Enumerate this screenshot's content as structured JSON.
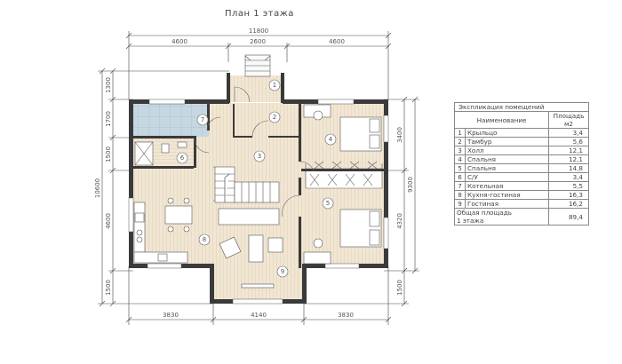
{
  "title": "План 1 этажа",
  "dimensions": {
    "top_total": "11800",
    "top_segments": [
      "4600",
      "2600",
      "4600"
    ],
    "bottom_segments": [
      "3830",
      "4140",
      "3830"
    ],
    "left_total": "10600",
    "left_segments": [
      "1300",
      "1700",
      "1500",
      "4600",
      "1500"
    ],
    "right_segments": [
      "3400",
      "4320",
      "1500"
    ],
    "right_total": "9300"
  },
  "room_numbers": [
    "1",
    "2",
    "3",
    "4",
    "5",
    "6",
    "7",
    "8",
    "9"
  ],
  "legend": {
    "title": "Экспликация помещений",
    "col_name": "Наименование",
    "col_area_1": "Площадь",
    "col_area_2": "м2",
    "rows": [
      {
        "num": "1",
        "name": "Крыльцо",
        "area": "3,4"
      },
      {
        "num": "2",
        "name": "Тамбур",
        "area": "5,6"
      },
      {
        "num": "3",
        "name": "Холл",
        "area": "12,1"
      },
      {
        "num": "4",
        "name": "Спальня",
        "area": "12,1"
      },
      {
        "num": "5",
        "name": "Спальня",
        "area": "14,8"
      },
      {
        "num": "6",
        "name": "С/У",
        "area": "3,4"
      },
      {
        "num": "7",
        "name": "Котельная",
        "area": "5,5"
      },
      {
        "num": "8",
        "name": "Кухня-гостиная",
        "area": "16,3"
      },
      {
        "num": "9",
        "name": "Гостиная",
        "area": "16,2"
      }
    ],
    "total_label_1": "Общая площадь",
    "total_label_2": "1 этажа",
    "total_value": "89,4"
  },
  "colors": {
    "wall": "#3a3a3a",
    "floor_wood": "#efe3cf",
    "tile": "#bfd3de",
    "dimension": "#444444"
  }
}
